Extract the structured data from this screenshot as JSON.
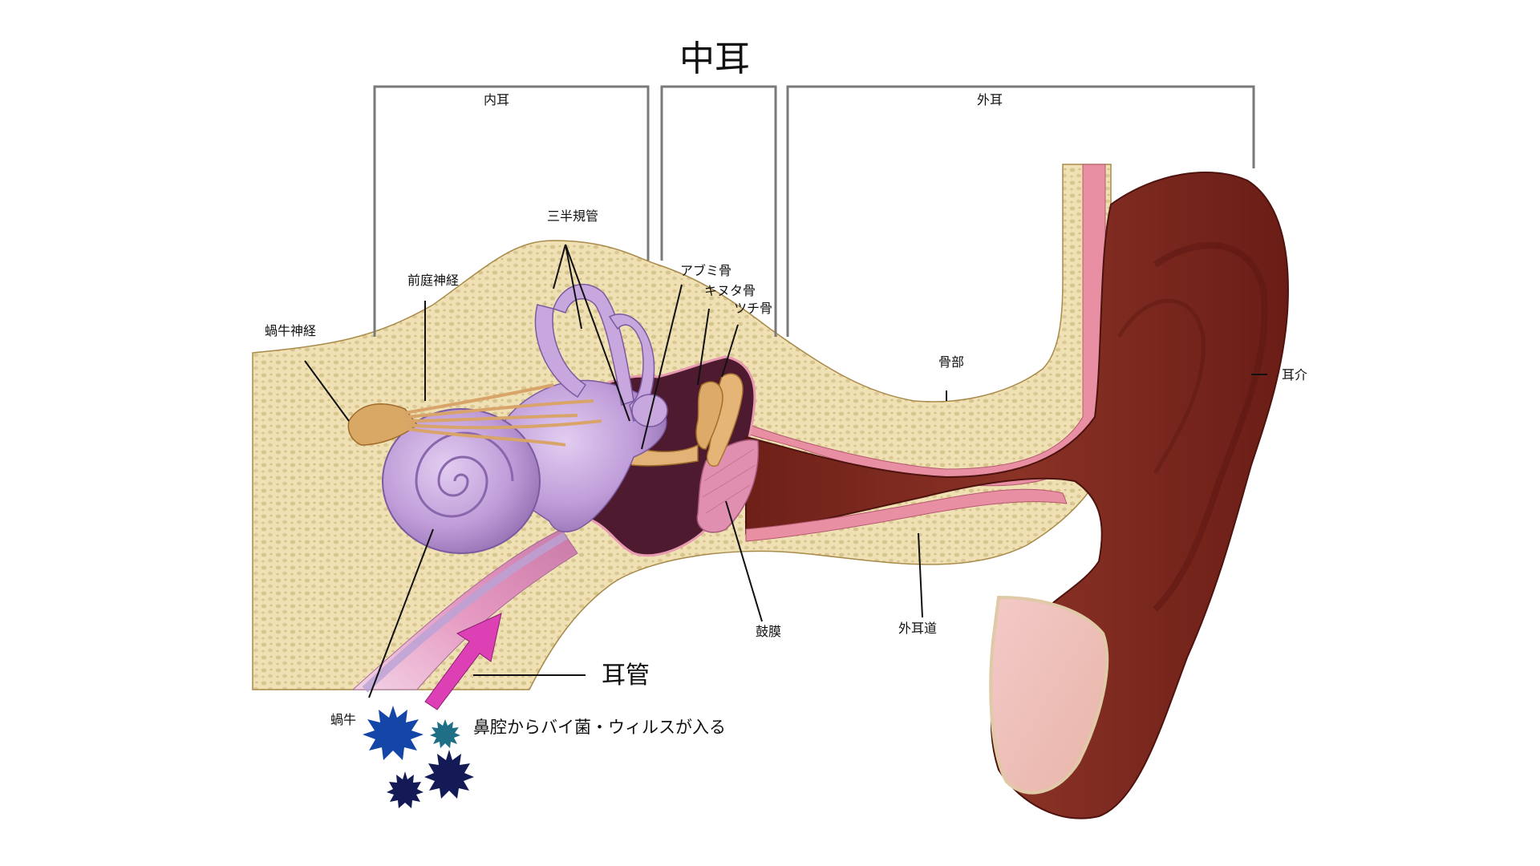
{
  "diagram": {
    "labels": {
      "middle_ear": "中耳",
      "inner_ear": "内耳",
      "outer_ear": "外耳",
      "semicircular_canals": "三半規管",
      "vestibular_nerve": "前庭神経",
      "cochlear_nerve": "蝸牛神経",
      "stapes": "アブミ骨",
      "incus": "キヌタ骨",
      "malleus": "ツチ骨",
      "bony_part": "骨部",
      "auricle": "耳介",
      "eardrum": "鼓膜",
      "external_canal": "外耳道",
      "cochlea": "蝸牛",
      "eustachian_tube": "耳管",
      "infection_note": "鼻腔からバイ菌・ウィルスが入る"
    },
    "colors": {
      "bone": "#efe1b4",
      "bone_pore": "#d9c590",
      "labyrinth": "#c5a6dd",
      "labyrinth_dark": "#8f6cb1",
      "cavity": "#4e1a2f",
      "ear_skin": "#7d2a20",
      "ear_skin_dark": "#5b1712",
      "canal_lining": "#e88fa4",
      "tube": "#e6a3c4",
      "arrow": "#dd3fb5",
      "nerve": "#d8a46a",
      "germ_blue": "#1446a8",
      "germ_navy": "#141a55",
      "germ_teal": "#1f6f86",
      "bracket": "#7a7a7a"
    }
  }
}
